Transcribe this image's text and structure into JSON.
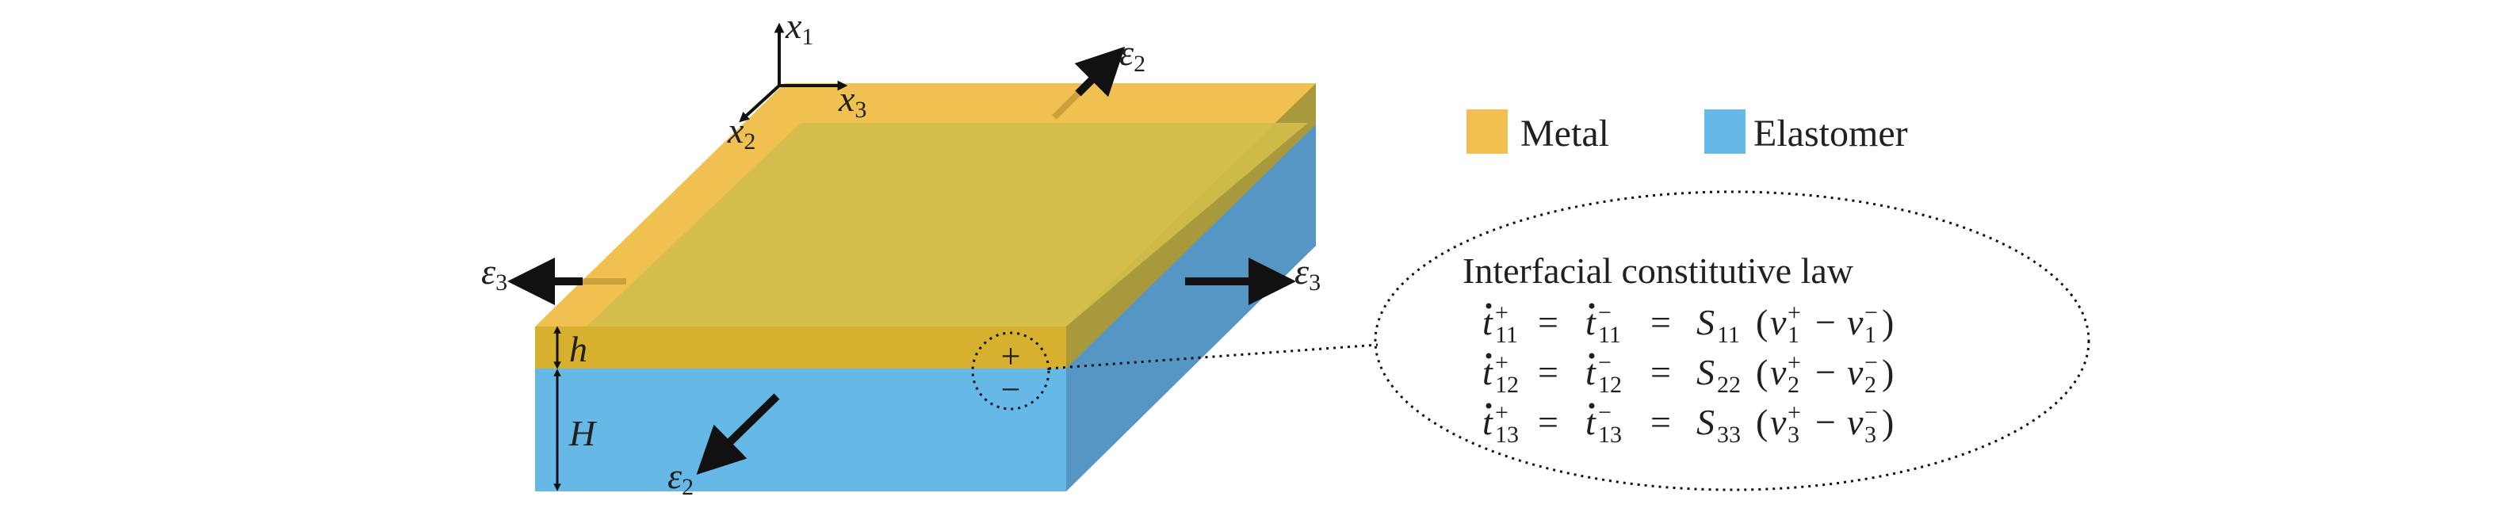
{
  "colors": {
    "metal_top": "#f0c050",
    "metal_front": "#d8b030",
    "metal_right": "#a89a3c",
    "elastomer_front": "#66b8e6",
    "elastomer_right": "#5696c4",
    "overlay_top": "#d2be4a",
    "arrow": "#111111",
    "text": "#231f20"
  },
  "axes": {
    "x1": "x",
    "x1_sub": "1",
    "x2": "x",
    "x2_sub": "2",
    "x3": "x",
    "x3_sub": "3"
  },
  "strain_labels": {
    "e2_top": "ε",
    "e2_top_sub": "2",
    "e2_bottom": "ε",
    "e2_bottom_sub": "2",
    "e3_left": "ε",
    "e3_left_sub": "3",
    "e3_right": "ε",
    "e3_right_sub": "3"
  },
  "dimensions": {
    "h": "h",
    "H": "H"
  },
  "interface_marks": {
    "plus": "+",
    "minus": "−"
  },
  "legend": {
    "metal": "Metal",
    "elastomer": "Elastomer"
  },
  "law": {
    "title": "Interfacial constitutive law",
    "rows": [
      {
        "t": "t",
        "ij": "11",
        "S": "S",
        "Ssub": "11",
        "v": "v",
        "k": "1"
      },
      {
        "t": "t",
        "ij": "12",
        "S": "S",
        "Ssub": "22",
        "v": "v",
        "k": "2"
      },
      {
        "t": "t",
        "ij": "13",
        "S": "S",
        "Ssub": "33",
        "v": "v",
        "k": "3"
      }
    ],
    "eq": "=",
    "plus": "+",
    "minus": "−",
    "open_paren": "(",
    "close_paren": ")"
  }
}
